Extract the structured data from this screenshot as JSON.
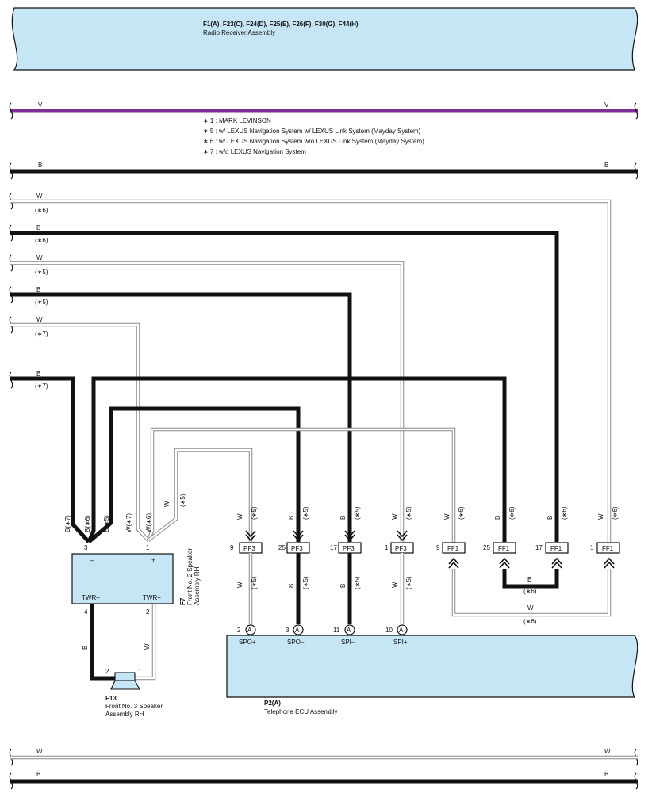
{
  "colors": {
    "block_fill": "#c6e6f5",
    "violet_wire": "#7b2f94",
    "black_wire": "#111111",
    "white_wire": "#ffffff",
    "wire_outline": "#888888"
  },
  "radio_receiver": {
    "connectors": "F1(A), F23(C), F24(D), F25(E), F26(F), F30(G), F44(H)",
    "name": "Radio Receiver Assembly"
  },
  "notes": [
    "∗ 1 : MARK LEVINSON",
    "∗ 5 : w/ LEXUS Navigation System w/ LEXUS Link System (Mayday System)",
    "∗ 6 : w/ LEXUS Navigation System w/o LEXUS Link System (Mayday System)",
    "∗ 7 : w/o LEXUS Navigation System"
  ],
  "bus_lines": [
    {
      "color": "V",
      "note": ""
    },
    {
      "color": "B",
      "note": ""
    },
    {
      "color": "W",
      "note": "(∗6)"
    },
    {
      "color": "B",
      "note": "(∗6)"
    },
    {
      "color": "W",
      "note": "(∗5)"
    },
    {
      "color": "B",
      "note": "(∗5)"
    },
    {
      "color": "W",
      "note": "(∗7)"
    },
    {
      "color": "B",
      "note": "(∗7)"
    }
  ],
  "bottom_lines": [
    {
      "color": "W"
    },
    {
      "color": "B"
    }
  ],
  "speaker_f7": {
    "code": "F7",
    "name": "Front No. 2 Speaker Assembly RH",
    "name_lines": [
      "Front No. 2 Speaker",
      "Assembly RH"
    ],
    "pin_minus": "3",
    "pin_plus": "1",
    "sign_minus": "–",
    "sign_plus": "+",
    "label_minus": "TWR–",
    "label_plus": "TWR+",
    "pin_out_minus": "4",
    "pin_out_plus": "2",
    "wire_labels": [
      "B(∗7)",
      "B(∗6)",
      "B(∗5)",
      "W(∗7)",
      "W(∗6)",
      "W",
      "(∗5)"
    ],
    "out_wire_minus": "B",
    "out_wire_plus": "W"
  },
  "speaker_f13": {
    "code": "F13",
    "name": "Front No. 3 Speaker Assembly RH",
    "name_lines": [
      "Front No. 3 Speaker",
      "Assembly RH"
    ],
    "pin_minus": "2",
    "pin_plus": "1"
  },
  "junctions": [
    {
      "pin": "9",
      "connector": "PF3",
      "color": "W",
      "note": "(∗5)",
      "arrow": "down"
    },
    {
      "pin": "25",
      "connector": "PF3",
      "color": "B",
      "note": "(∗5)",
      "arrow": "down"
    },
    {
      "pin": "17",
      "connector": "PF3",
      "color": "B",
      "note": "(∗5)",
      "arrow": "down"
    },
    {
      "pin": "1",
      "connector": "PF3",
      "color": "W",
      "note": "(∗5)",
      "arrow": "down"
    },
    {
      "pin": "9",
      "connector": "FF1",
      "color": "W",
      "note": "(∗6)",
      "arrow": "up"
    },
    {
      "pin": "25",
      "connector": "FF1",
      "color": "B",
      "note": "(∗6)",
      "arrow": "up"
    },
    {
      "pin": "17",
      "connector": "FF1",
      "color": "B",
      "note": "(∗6)",
      "arrow": "up"
    },
    {
      "pin": "1",
      "connector": "FF1",
      "color": "W",
      "note": "(∗6)",
      "arrow": "up"
    }
  ],
  "ff1_loops": [
    {
      "color": "B",
      "note": "(∗6)"
    },
    {
      "color": "W",
      "note": "(∗6)"
    }
  ],
  "telephone_ecu": {
    "code": "P2(A)",
    "name": "Telephone ECU Assembly",
    "terminals": [
      {
        "pin": "2",
        "connector": "A",
        "label": "SPO+"
      },
      {
        "pin": "3",
        "connector": "A",
        "label": "SPO–"
      },
      {
        "pin": "11",
        "connector": "A",
        "label": "SPI–"
      },
      {
        "pin": "10",
        "connector": "A",
        "label": "SPI+"
      }
    ]
  }
}
